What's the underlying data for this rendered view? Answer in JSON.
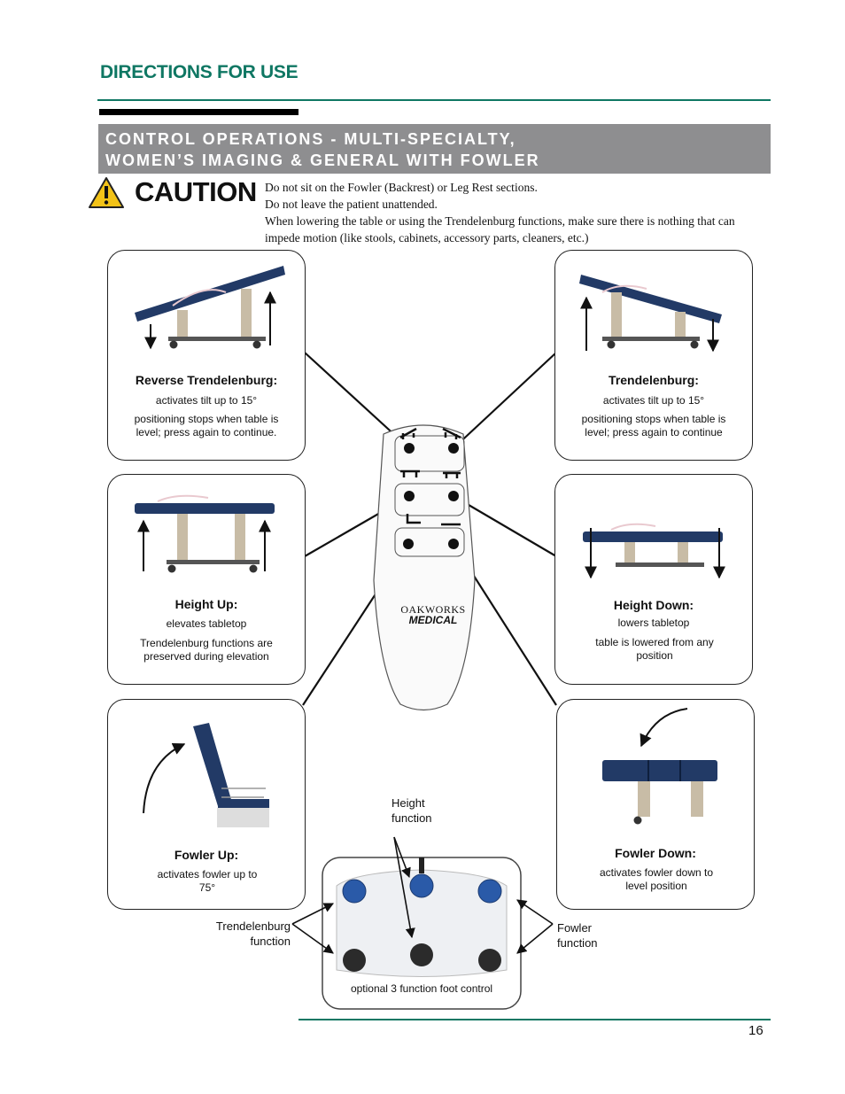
{
  "header": {
    "section_title": "DIRECTIONS FOR USE",
    "banner_line1": "CONTROL OPERATIONS - MULTI-SPECIALTY,",
    "banner_line2": "WOMEN’S IMAGING & GENERAL WITH FOWLER"
  },
  "caution": {
    "title": "CAUTION",
    "line1": "Do not sit on the Fowler (Backrest) or Leg Rest sections.",
    "line2": "Do not leave the patient unattended.",
    "line3": "When lowering the table or using the Trendelenburg functions, make sure there is nothing that can impede motion (like stools, cabinets, accessory parts, cleaners, etc.)"
  },
  "boxes": {
    "reverse_trendelenburg": {
      "title": "Reverse Trendelenburg:",
      "line1": "activates tilt up to 15°",
      "line2": "positioning stops when table is level; press again to continue."
    },
    "trendelenburg": {
      "title": "Trendelenburg:",
      "line1": "activates tilt up to 15°",
      "line2": "positioning stops when table is level; press again to continue"
    },
    "height_up": {
      "title": "Height Up:",
      "line1": "elevates tabletop",
      "line2": "Trendelenburg functions are preserved during elevation"
    },
    "height_down": {
      "title": "Height Down:",
      "line1": "lowers tabletop",
      "line2": "table is lowered from any position"
    },
    "fowler_up": {
      "title": "Fowler Up:",
      "line1": "activates fowler up to 75°"
    },
    "fowler_down": {
      "title": "Fowler Down:",
      "line1": "activates fowler down to level position"
    }
  },
  "remote": {
    "brand_line1": "OAKWORKS",
    "brand_line2": "MEDICAL"
  },
  "foot_control": {
    "height_label": "Height function",
    "trend_label": "Trendelenburg function",
    "fowler_label": "Fowler function",
    "caption": "optional 3 function foot control"
  },
  "footer": {
    "page_number": "16"
  },
  "colors": {
    "accent_teal": "#0f7763",
    "banner_gray": "#8e8e90",
    "caution_yellow": "#f3c318",
    "upholstery_navy": "#223a66",
    "pedal_blue": "#2a5aa8"
  }
}
